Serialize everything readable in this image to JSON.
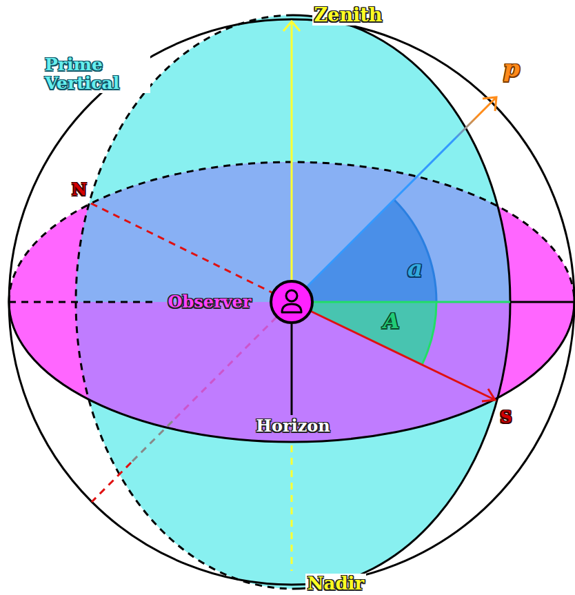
{
  "diagram": {
    "labels": [
      "Zenith",
      "Prime Vertical",
      "p",
      "N",
      "a",
      "A",
      "Observer",
      "S",
      "Horizon",
      "Nadir"
    ]
  }
}
